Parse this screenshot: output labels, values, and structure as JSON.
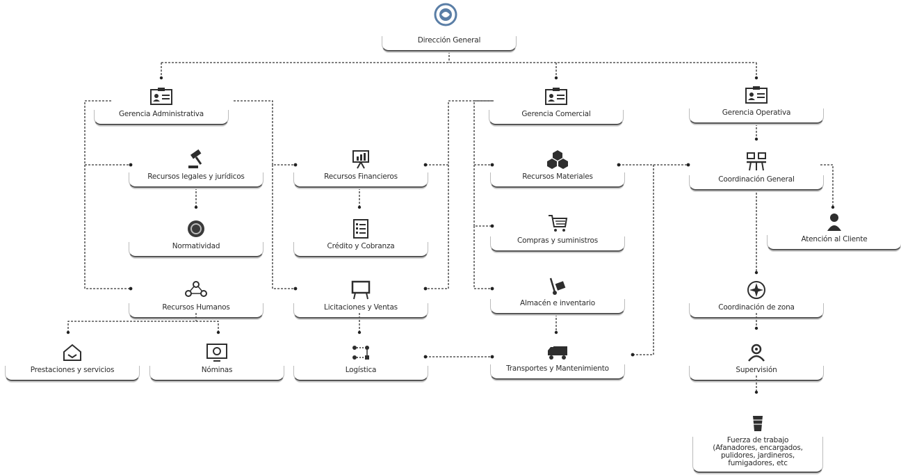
{
  "nodes": {
    "direccion": "Dirección General",
    "ger_admin": "Gerencia Administrativa",
    "ger_comercial": "Gerencia Comercial",
    "ger_operativa": "Gerencia Operativa",
    "rec_legales": "Recursos legales y jurídicos",
    "normatividad": "Normatividad",
    "rec_humanos": "Recursos Humanos",
    "prestaciones": "Prestaciones y servicios",
    "nominas": "Nóminas",
    "rec_financieros": "Recursos Financieros",
    "credito": "Crédito y Cobranza",
    "licitaciones": "Licitaciones y Ventas",
    "logistica": "Logística",
    "rec_materiales": "Recursos Materiales",
    "compras": "Compras y suministros",
    "almacen": "Almacén e inventario",
    "transportes": "Transportes y Mantenimiento",
    "coord_general": "Coordinación General",
    "atencion": "Atención al Cliente",
    "coord_zona": "Coordinación de zona",
    "supervision": "Supervisión",
    "fuerza": "Fuerza de trabajo (Afanadores, encargados, pulidores, jardineros, fumigadores, etc"
  },
  "icons": {
    "logo": "company-logo",
    "gerencia": "id-card-icon",
    "legal": "gavel-icon",
    "normatividad": "seal-icon",
    "humanos": "network-people-icon",
    "prestaciones": "inbox-hand-icon",
    "nominas": "payroll-screen-icon",
    "financieros": "presentation-chart-icon",
    "credito": "checklist-icon",
    "licitaciones": "easel-board-icon",
    "logistica": "flow-icon",
    "materiales": "boxes-icon",
    "compras": "shopping-cart-icon",
    "almacen": "hand-truck-icon",
    "transportes": "truck-icon",
    "coordinacion": "meeting-icon",
    "atencion": "customer-agent-icon",
    "zona": "compass-icon",
    "supervision": "supervisor-icon",
    "fuerza": "worker-icon"
  },
  "colors": {
    "line": "#333333",
    "icon": "#2e2e2e",
    "logo_blue": "#5a7ea6"
  }
}
